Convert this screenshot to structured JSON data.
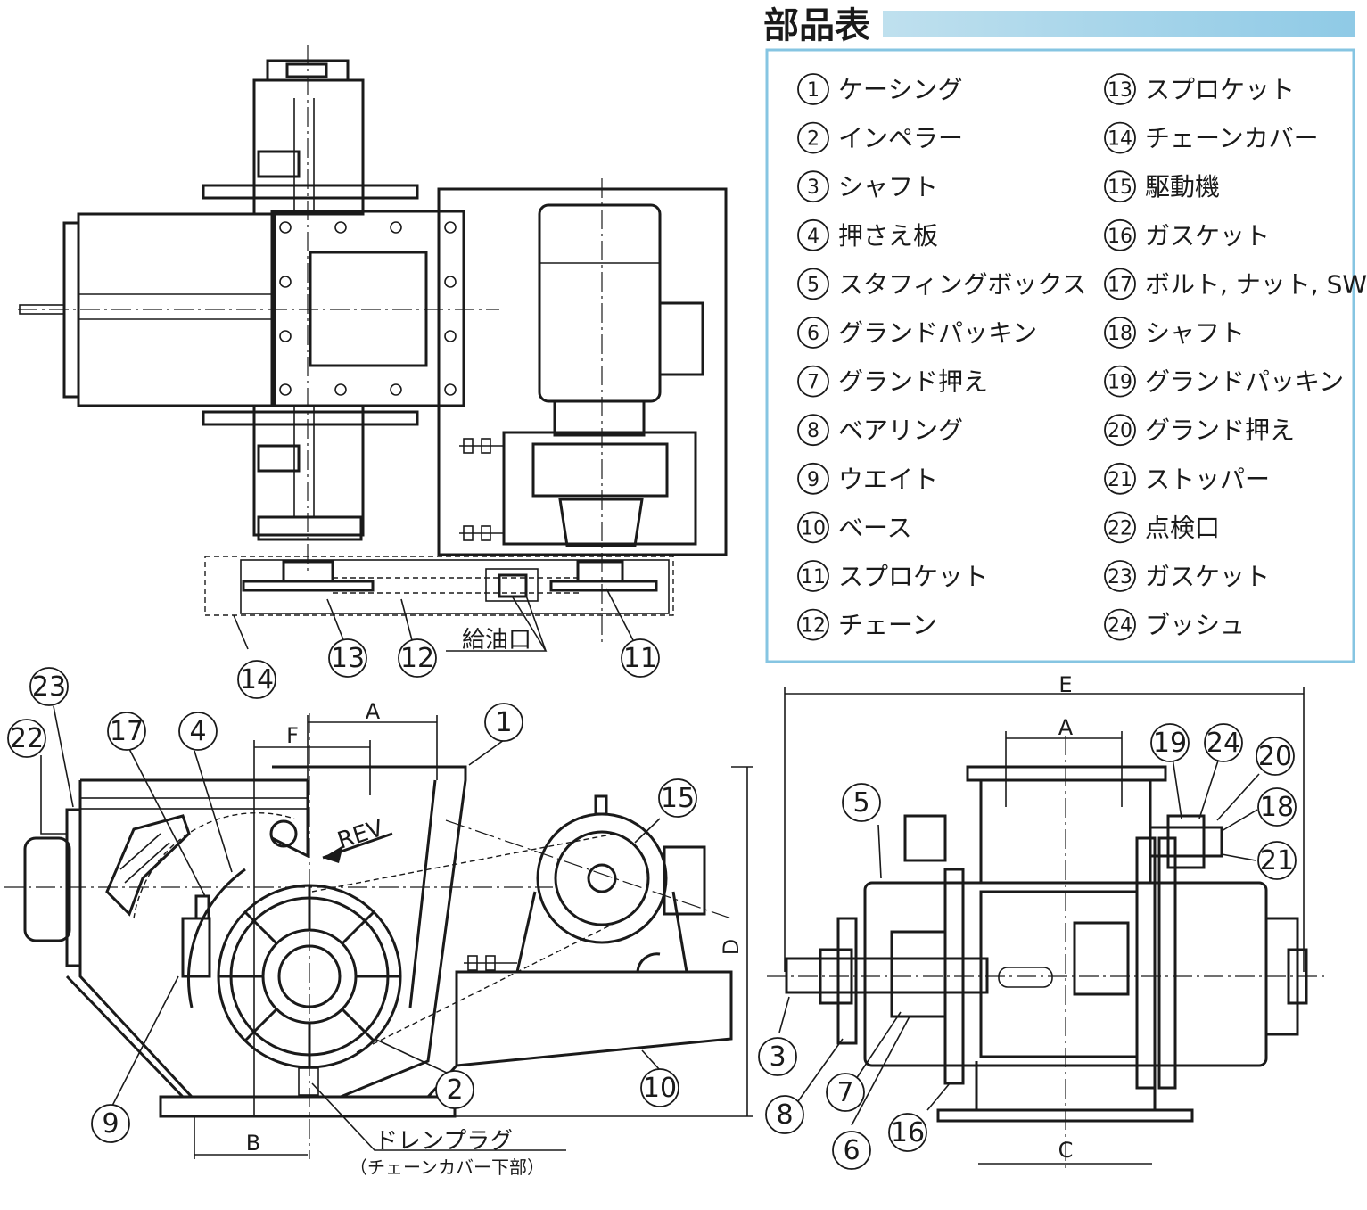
{
  "parts_table": {
    "title": "部品表",
    "items": [
      {
        "no": "1",
        "name": "ケーシング"
      },
      {
        "no": "2",
        "name": "インペラー"
      },
      {
        "no": "3",
        "name": "シャフト"
      },
      {
        "no": "4",
        "name": "押さえ板"
      },
      {
        "no": "5",
        "name": "スタフィングボックス"
      },
      {
        "no": "6",
        "name": "グランドパッキン"
      },
      {
        "no": "7",
        "name": "グランド押え"
      },
      {
        "no": "8",
        "name": "ベアリング"
      },
      {
        "no": "9",
        "name": "ウエイト"
      },
      {
        "no": "10",
        "name": "ベース"
      },
      {
        "no": "11",
        "name": "スプロケット"
      },
      {
        "no": "12",
        "name": "チェーン"
      },
      {
        "no": "13",
        "name": "スプロケット"
      },
      {
        "no": "14",
        "name": "チェーンカバー"
      },
      {
        "no": "15",
        "name": "駆動機"
      },
      {
        "no": "16",
        "name": "ガスケット"
      },
      {
        "no": "17",
        "name": "ボルト, ナット, SW"
      },
      {
        "no": "18",
        "name": "シャフト"
      },
      {
        "no": "19",
        "name": "グランドパッキン"
      },
      {
        "no": "20",
        "name": "グランド押え"
      },
      {
        "no": "21",
        "name": "ストッパー"
      },
      {
        "no": "22",
        "name": "点検口"
      },
      {
        "no": "23",
        "name": "ガスケット"
      },
      {
        "no": "24",
        "name": "ブッシュ"
      }
    ]
  },
  "labels": {
    "oil_inlet": "給油口",
    "drain_plug": "ドレンプラグ",
    "drain_plug_note": "（チェーンカバー下部）",
    "rev": "REV"
  },
  "dimensions": {
    "a": "A",
    "b": "B",
    "c": "C",
    "d": "D",
    "e": "E",
    "f": "F"
  },
  "callouts": {
    "n1": "1",
    "n2": "2",
    "n3": "3",
    "n4": "4",
    "n5": "5",
    "n6": "6",
    "n7": "7",
    "n8": "8",
    "n9": "9",
    "n10": "10",
    "n11": "11",
    "n12": "12",
    "n13": "13",
    "n14": "14",
    "n15": "15",
    "n16": "16",
    "n17": "17",
    "n18": "18",
    "n19": "19",
    "n20": "20",
    "n21": "21",
    "n22": "22",
    "n23": "23",
    "n24": "24"
  }
}
